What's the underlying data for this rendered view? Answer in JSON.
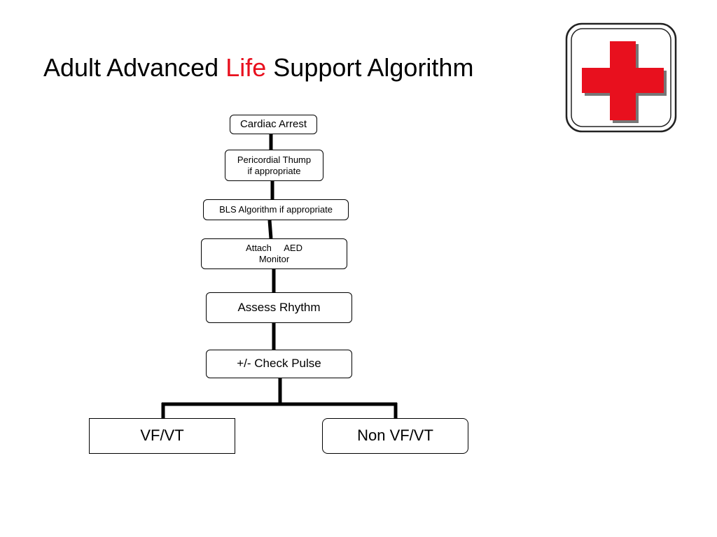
{
  "title": {
    "part1": "Adult Advanced",
    "accent": "Life",
    "part2": "Support Algorithm",
    "accent_color": "#e8101e"
  },
  "logo": {
    "name": "red-cross-icon",
    "color": "#e8101e"
  },
  "flowchart": {
    "nodes": {
      "cardiac_arrest": "Cardiac Arrest",
      "pericordial_thump": "Pericordial Thump\nif appropriate",
      "bls_algorithm": "BLS Algorithm if appropriate",
      "attach_monitor": "Attach     AED\nMonitor",
      "assess_rhythm": "Assess Rhythm",
      "check_pulse": "+/- Check Pulse",
      "vf_vt": "VF/VT",
      "non_vf_vt": "Non VF/VT"
    }
  }
}
